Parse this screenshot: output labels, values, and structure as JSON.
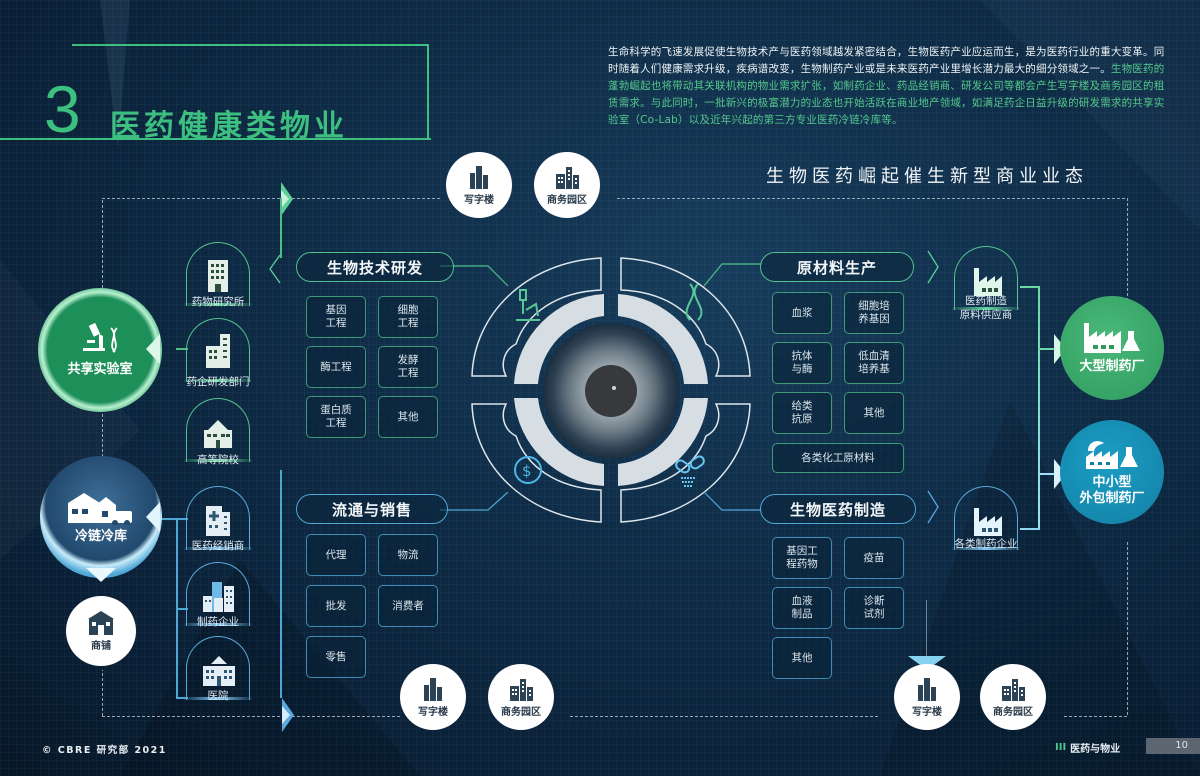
{
  "title": {
    "number": "3",
    "text": "医药健康类物业"
  },
  "intro": {
    "white": "生命科学的飞速发展促使生物技术产与医药领域越发紧密结合，生物医药产业应运而生，是为医药行业的重大变革。同时随着人们健康需求升级，疾病谱改变，生物制药产业或是未来医药产业里增长潜力最大的细分领域之一。",
    "green": "生物医药的蓬勃崛起也将带动其关联机构的物业需求扩张，如制药企业、药品经销商、研发公司等都会产生写字楼及商务园区的租赁需求。与此同时，一批新兴的极富潜力的业态也开始活跃在商业地产领域，如满足药企日益升级的研发需求的共享实验室（Co-Lab）以及近年兴起的第三方专业医药冷链冷库等。"
  },
  "subtitle": "生物医药崛起催生新型商业业态",
  "property_types": {
    "office": "写字楼",
    "business_park": "商务园区",
    "shop": "商铺"
  },
  "hubs": {
    "shared_lab": "共享实验室",
    "cold_chain": "冷链冷库",
    "large_pharma": "大型制药厂",
    "small_outsourced": "中小型\n外包制药厂"
  },
  "quadrants": {
    "rd": {
      "heading": "生物技术研发",
      "icon": "microscope-icon",
      "items": [
        "基因\n工程",
        "细胞\n工程",
        "酶工程",
        "发酵\n工程",
        "蛋白质\n工程",
        "其他"
      ]
    },
    "materials": {
      "heading": "原材料生产",
      "icon": "dna-icon",
      "items": [
        "血浆",
        "细胞培\n养基因",
        "抗体\n与酶",
        "低血清\n培养基",
        "给类\n抗原",
        "其他"
      ],
      "wide_item": "各类化工原材料"
    },
    "distribution": {
      "heading": "流通与销售",
      "icon": "dollar-cycle-icon",
      "items": [
        "代理",
        "物流",
        "批发",
        "消费者",
        "零售"
      ]
    },
    "manufacturing": {
      "heading": "生物医药制造",
      "icon": "pills-icon",
      "items": [
        "基因工\n程药物",
        "疫苗",
        "血液\n制品",
        "诊断\n试剂",
        "其他"
      ]
    }
  },
  "left_entities": [
    "药物研究所",
    "药企研发部门",
    "高等院校"
  ],
  "left_entities_blue": [
    "医药经销商",
    "制药企业",
    "医院"
  ],
  "right_entities": [
    "医药制造\n原料供应商",
    "各类制药企业"
  ],
  "footer": {
    "copyright": "© CBRE 研究部 2021",
    "section": "医药与物业",
    "section_marker": "III",
    "page": "10"
  },
  "colors": {
    "green": "#3cbf7f",
    "blue": "#4fa7d6",
    "background": "#0f2c47",
    "large_pharma": "#3aa96a",
    "small_pharma": "#1786a8"
  }
}
